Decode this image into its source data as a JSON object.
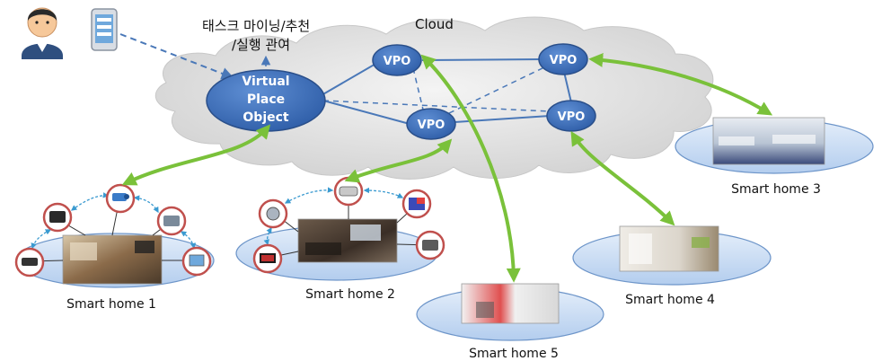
{
  "cloud": {
    "label": "Cloud"
  },
  "task_label": {
    "line1": "태스크 마이닝/추천",
    "line2": "/실행 관여"
  },
  "vpo_main": {
    "line1": "Virtual",
    "line2": "Place",
    "line3": "Object"
  },
  "vpo_nodes": [
    {
      "label": "VPO"
    },
    {
      "label": "VPO"
    },
    {
      "label": "VPO"
    },
    {
      "label": "VPO"
    }
  ],
  "homes": [
    {
      "label": "Smart home 1"
    },
    {
      "label": "Smart home 2"
    },
    {
      "label": "Smart home 3"
    },
    {
      "label": "Smart home 4"
    },
    {
      "label": "Smart home 5"
    }
  ],
  "colors": {
    "node_blue": "#3d6db5",
    "link_blue": "#4a78b8",
    "green_arrow": "#7ac13a",
    "device_ring": "#c0504d",
    "ellipse_fill": "#c9dcf2",
    "ellipse_stroke": "#6d95c9"
  }
}
